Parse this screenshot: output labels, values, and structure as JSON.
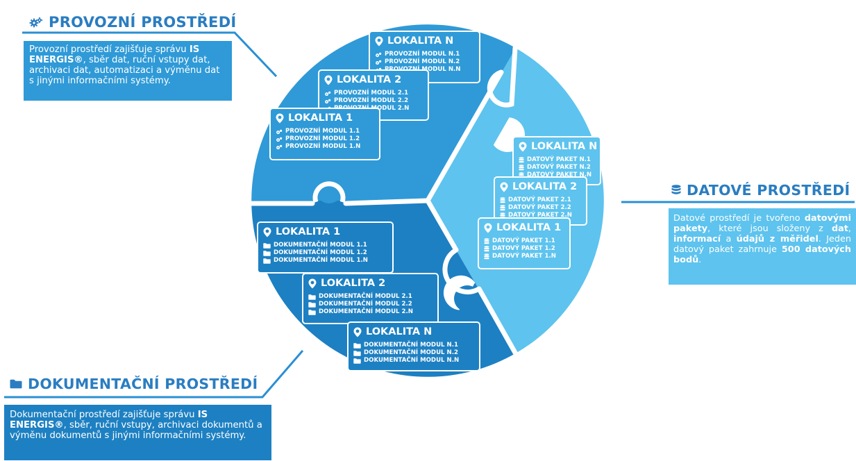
{
  "colors": {
    "provozni": "#2f9ad7",
    "dokumentacni": "#1d80c2",
    "datove": "#5ec3ee",
    "header_text": "#2a7dc1",
    "line": "#2a8fd3"
  },
  "provozni": {
    "title": "PROVOZNÍ PROSTŘEDÍ",
    "icon": "gears-icon",
    "desc": {
      "t1": "Provozní prostředí zajišťuje správu",
      "b1": "IS ENERGIS®",
      "t2": ", sběr dat, ruční vstupy dat, archivaci dat, automatizaci a výměnu dat s jinými informačními systémy."
    },
    "cards": [
      {
        "title": "LOKALITA N",
        "items": [
          "PROVOZNÍ MODUL N.1",
          "PROVOZNÍ MODUL N.2",
          "PROVOZNÍ MODUL N.N"
        ]
      },
      {
        "title": "LOKALITA 2",
        "items": [
          "PROVOZNÍ MODUL 2.1",
          "PROVOZNÍ MODUL 2.2",
          "PROVOZNÍ MODUL 2.N"
        ]
      },
      {
        "title": "LOKALITA 1",
        "items": [
          "PROVOZNÍ MODUL 1.1",
          "PROVOZNÍ MODUL 1.2",
          "PROVOZNÍ MODUL 1.N"
        ]
      }
    ]
  },
  "datove": {
    "title": "DATOVÉ PROSTŘEDÍ",
    "icon": "database-icon",
    "desc": {
      "t1": "Datové prostředí je tvořeno",
      "b1": "datovými pakety",
      "t2": ", které jsou složeny z",
      "b2": "dat",
      "t3": ",",
      "b3": "informací",
      "t4": "a",
      "b4": "údajů z měřidel",
      "t5": ". Jeden datový paket zahrnuje",
      "b5": "500 datových bodů",
      "t6": "."
    },
    "cards": [
      {
        "title": "LOKALITA N",
        "items": [
          "DATOVÝ PAKET N.1",
          "DATOVÝ PAKET N.2",
          "DATOVÝ PAKET N.N"
        ]
      },
      {
        "title": "LOKALITA 2",
        "items": [
          "DATOVÝ PAKET 2.1",
          "DATOVÝ PAKET 2.2",
          "DATOVÝ PAKET 2.N"
        ]
      },
      {
        "title": "LOKALITA 1",
        "items": [
          "DATOVÝ PAKET 1.1",
          "DATOVÝ PAKET 1.2",
          "DATOVÝ PAKET 1.N"
        ]
      }
    ]
  },
  "dokumentacni": {
    "title": "DOKUMENTAČNÍ PROSTŘEDÍ",
    "icon": "folder-icon",
    "desc": {
      "t1": "Dokumentační prostředí zajišťuje správu",
      "b1": "IS ENERGIS®",
      "t2": ", sběr, ruční vstupy, archivaci dokumentů a výměnu dokumentů s jinými informačními systémy."
    },
    "cards": [
      {
        "title": "LOKALITA 1",
        "items": [
          "DOKUMENTAČNÍ MODUL 1.1",
          "DOKUMENTAČNÍ MODUL 1.2",
          "DOKUMENTAČNÍ MODUL 1.N"
        ]
      },
      {
        "title": "LOKALITA 2",
        "items": [
          "DOKUMENTAČNÍ MODUL 2.1",
          "DOKUMENTAČNÍ MODUL 2.2",
          "DOKUMENTAČNÍ MODUL 2.N"
        ]
      },
      {
        "title": "LOKALITA N",
        "items": [
          "DOKUMENTAČNÍ MODUL N.1",
          "DOKUMENTAČNÍ MODUL N.2",
          "DOKUMENTAČNÍ MODUL N.N"
        ]
      }
    ]
  },
  "card_icons": {
    "title": "location-pin-icon"
  }
}
